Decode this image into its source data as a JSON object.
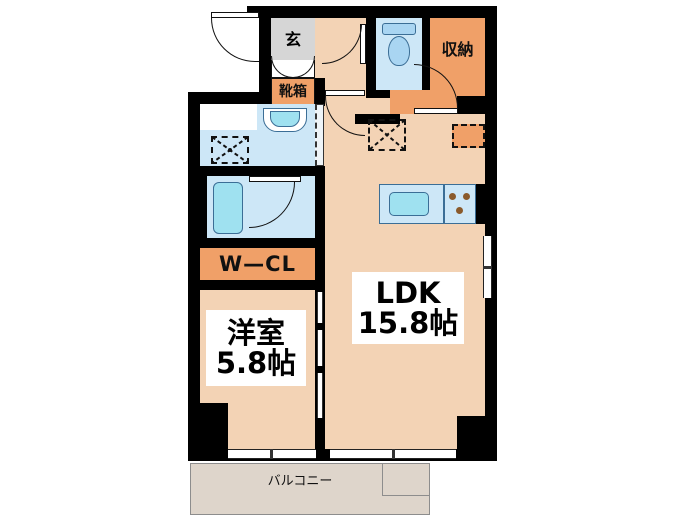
{
  "plan": {
    "title": "Apartment floor plan 1LDK",
    "colors": {
      "wall": "#000000",
      "floor": "#F3D3B5",
      "storage_orange": "#F0A068",
      "water_blue": "#CDE7F7",
      "entrance_gray": "#D6D6D6",
      "balcony": "#DED5CB",
      "fixture_outline": "#3B6E96"
    },
    "rooms": [
      {
        "id": "ldk",
        "label_line1": "LDK",
        "label_line2": "15.8帖",
        "area_jo": 15.8
      },
      {
        "id": "bedroom",
        "label_line1": "洋室",
        "label_line2": "5.8帖",
        "area_jo": 5.8
      },
      {
        "id": "wcl",
        "label_line1": "W—CL",
        "label_line2": "",
        "area_jo": null
      },
      {
        "id": "storage",
        "label_line1": "収納",
        "label_line2": "",
        "area_jo": null
      },
      {
        "id": "entrance",
        "label_line1": "玄",
        "label_line2": "",
        "area_jo": null
      },
      {
        "id": "shoebox",
        "label_line1": "靴箱",
        "label_line2": "",
        "area_jo": null
      },
      {
        "id": "balcony",
        "label_line1": "バルコニー",
        "label_line2": "",
        "area_jo": null
      }
    ],
    "labels": {
      "ldk_name": "LDK",
      "ldk_size": "15.8帖",
      "bedroom_name": "洋室",
      "bedroom_size": "5.8帖",
      "closet": "W—CL",
      "storage": "収納",
      "entrance": "玄",
      "shoebox": "靴箱",
      "balcony": "バルコニー"
    },
    "fixtures": [
      {
        "name": "toilet",
        "type": "toilet"
      },
      {
        "name": "bathtub",
        "type": "bathtub"
      },
      {
        "name": "washbasin",
        "type": "vanity"
      },
      {
        "name": "washing-machine",
        "type": "dashed-square"
      },
      {
        "name": "refrigerator",
        "type": "dashed-square"
      },
      {
        "name": "kitchen-sink",
        "type": "sink"
      },
      {
        "name": "kitchen-stove",
        "type": "stove",
        "burners": 3
      }
    ]
  }
}
